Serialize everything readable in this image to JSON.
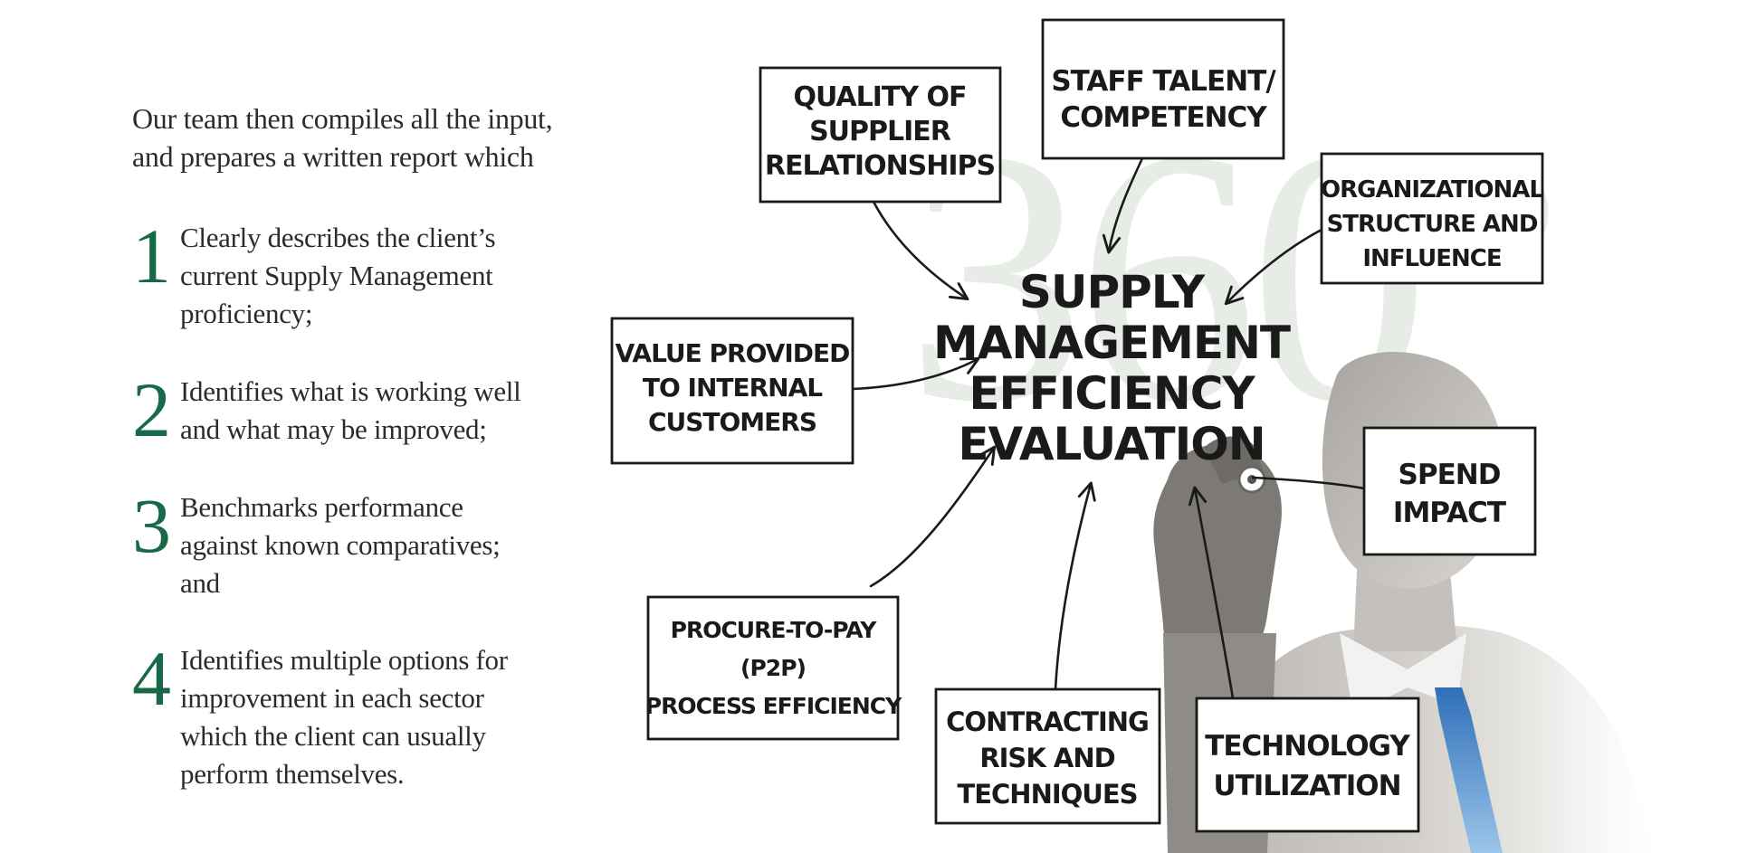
{
  "intro": {
    "lines": [
      "Our team then compiles all the input,",
      "and prepares a written report which"
    ]
  },
  "list": [
    {
      "number": "1",
      "lines": [
        "Clearly describes the client’s",
        "current Supply Management",
        "proficiency;"
      ]
    },
    {
      "number": "2",
      "lines": [
        "Identifies what is working well",
        "and what may be improved;"
      ]
    },
    {
      "number": "3",
      "lines": [
        "Benchmarks performance",
        "against known comparatives;",
        "and"
      ]
    },
    {
      "number": "4",
      "lines": [
        "Identifies multiple options for",
        "improvement in each sector",
        "which the client can usually",
        "perform themselves."
      ]
    }
  ],
  "diagram": {
    "watermark": "360°",
    "center": {
      "lines": [
        "SUPPLY",
        "MANAGEMENT",
        "EFFICIENCY",
        "EVALUATION"
      ]
    },
    "boxes": [
      {
        "id": "quality",
        "lines": [
          "QUALITY OF",
          "SUPPLIER",
          "RELATIONSHIPS"
        ]
      },
      {
        "id": "staff",
        "lines": [
          "STAFF TALENT/",
          "COMPETENCY"
        ]
      },
      {
        "id": "org",
        "lines": [
          "ORGANIZATIONAL",
          "STRUCTURE AND",
          "INFLUENCE"
        ]
      },
      {
        "id": "value",
        "lines": [
          "VALUE PROVIDED",
          "TO INTERNAL",
          "CUSTOMERS"
        ]
      },
      {
        "id": "spend",
        "lines": [
          "SPEND",
          "IMPACT"
        ]
      },
      {
        "id": "procure",
        "lines": [
          "PROCURE-TO-PAY",
          "(P2P)",
          "PROCESS EFFICIENCY"
        ]
      },
      {
        "id": "contract",
        "lines": [
          "CONTRACTING",
          "RISK AND",
          "TECHNIQUES"
        ]
      },
      {
        "id": "tech",
        "lines": [
          "TECHNOLOGY",
          "UTILIZATION"
        ]
      }
    ]
  },
  "colors": {
    "number_green": "#176a47",
    "watermark": "#e8eee8",
    "ink": "#1a1a1a",
    "silhouette": "#8a8783",
    "tie": "#3b7fc4"
  }
}
